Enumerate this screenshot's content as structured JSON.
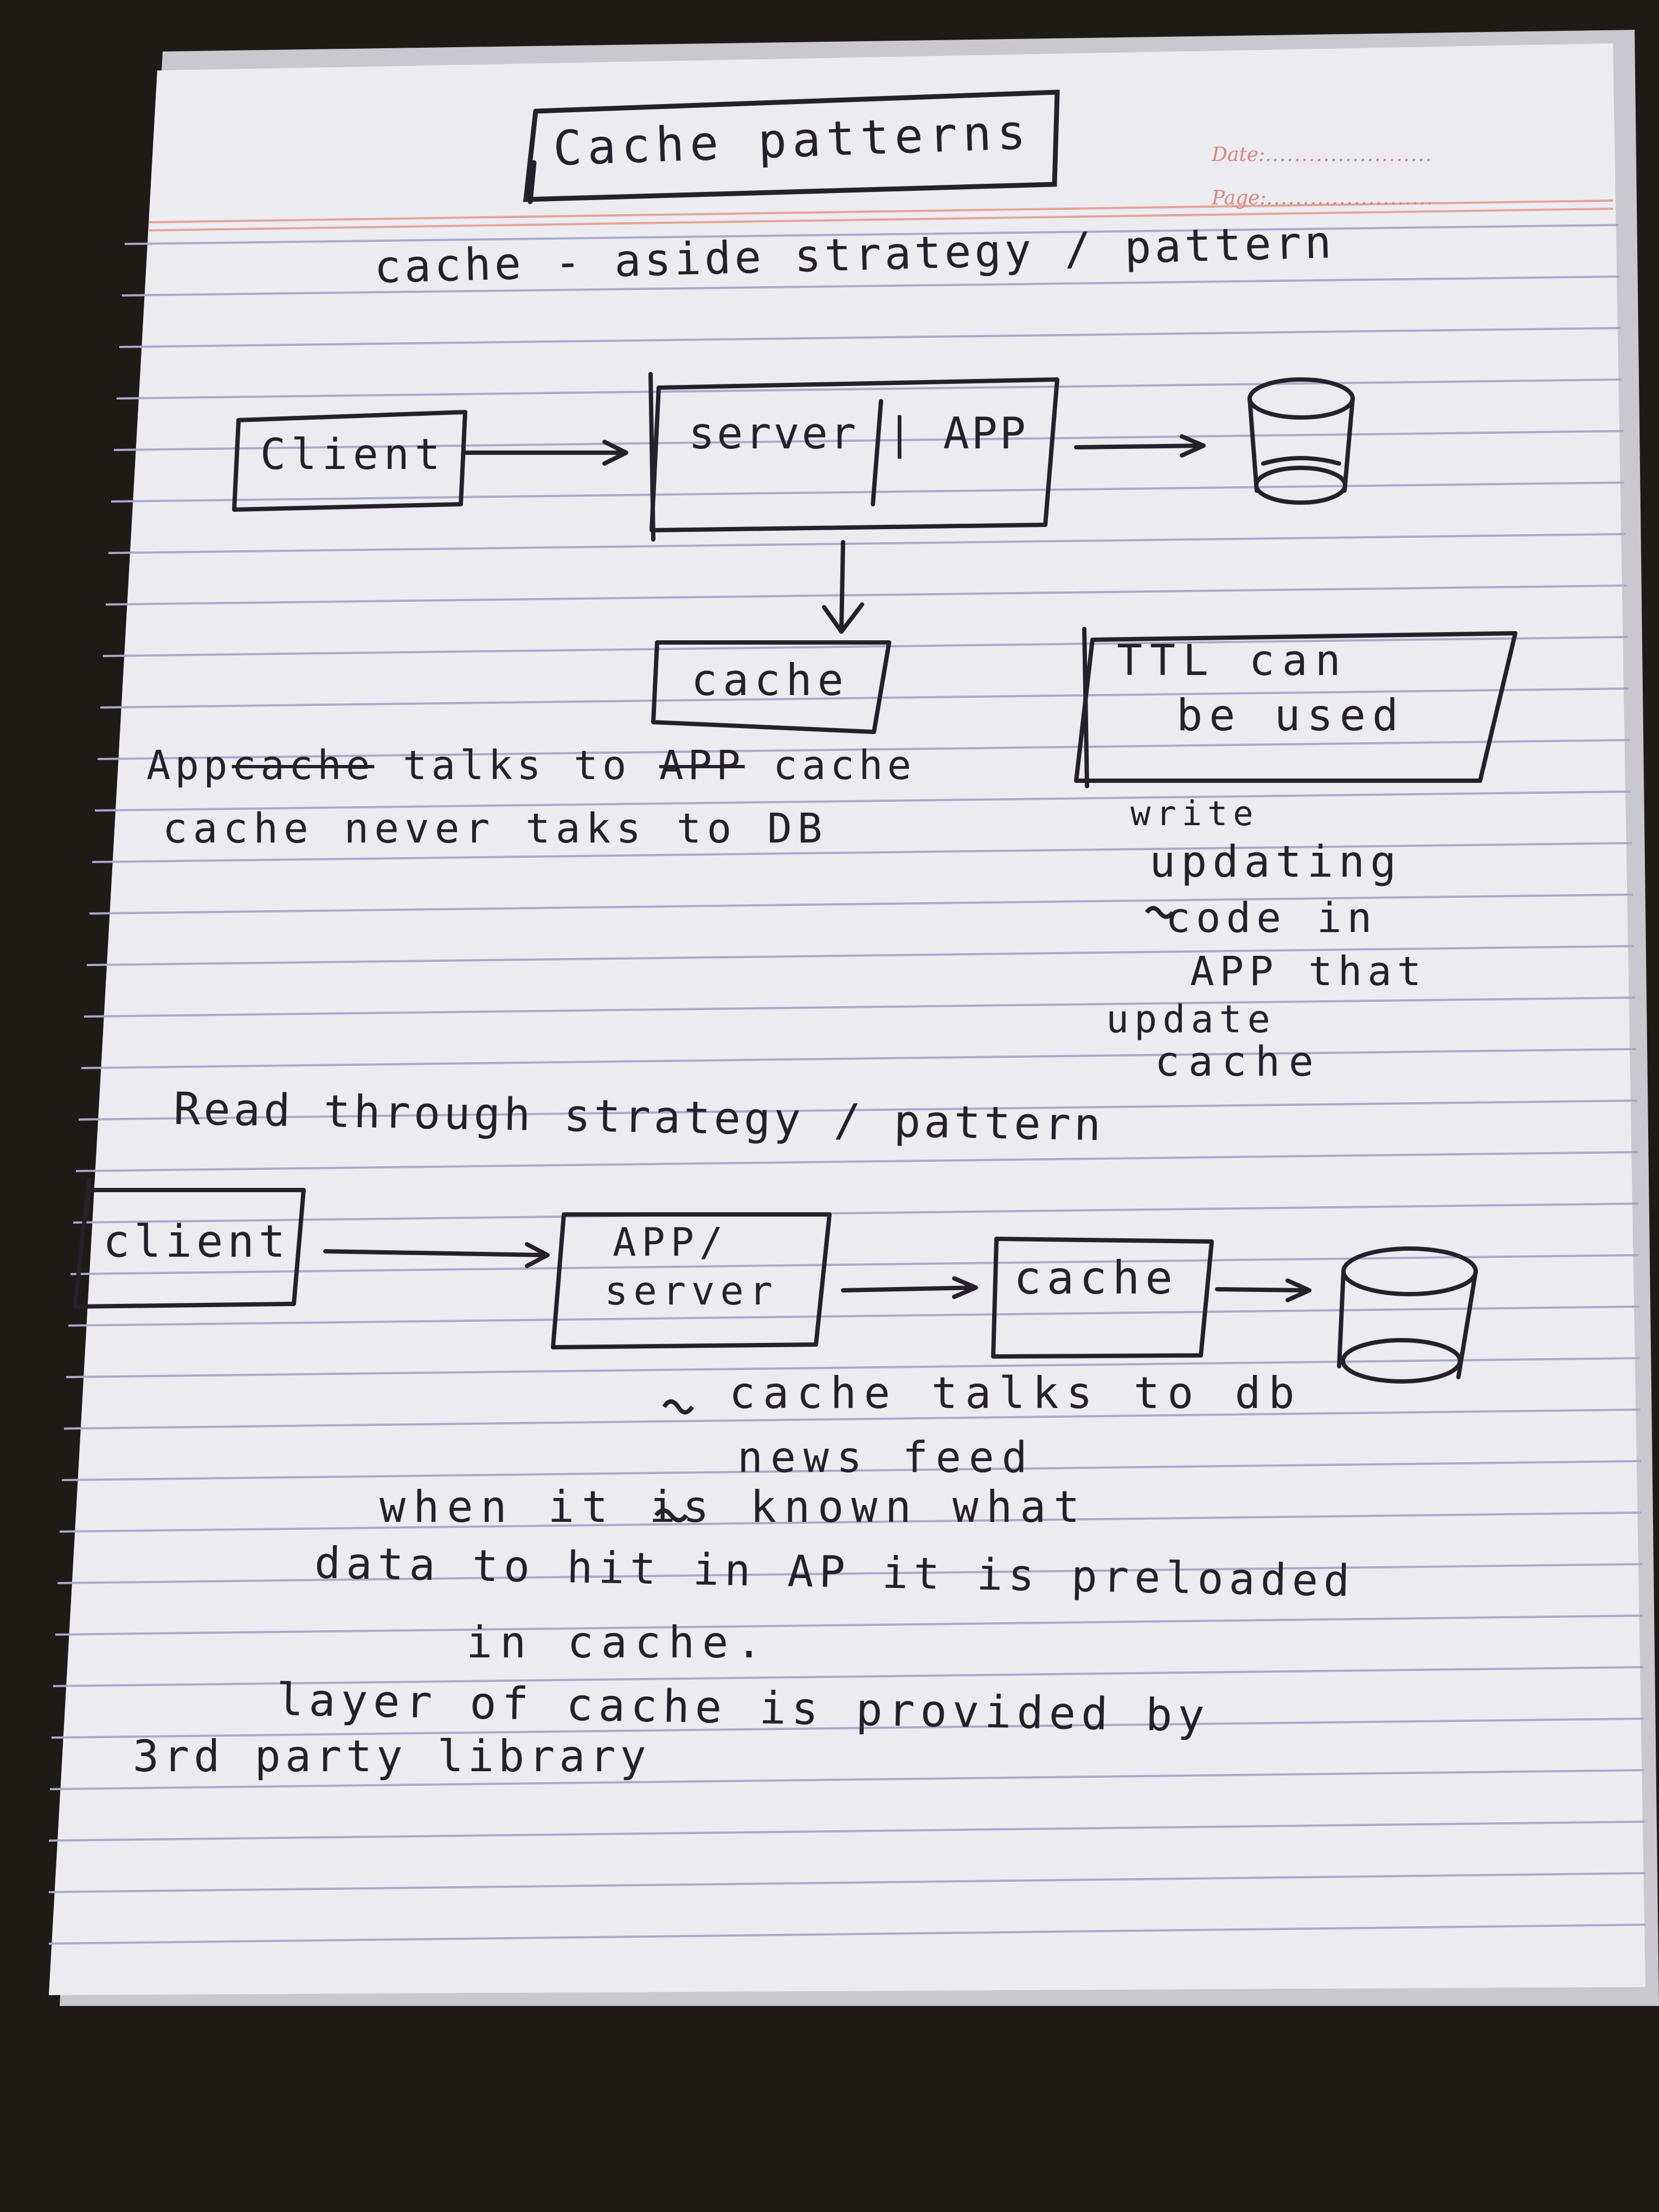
{
  "header": {
    "title": "Cache patterns",
    "date_label": "Date:",
    "page_label": "Page:"
  },
  "cache_aside": {
    "heading": "cache - aside strategy / pattern",
    "client_label": "Client",
    "server_label": "server | APP",
    "cache_label": "cache",
    "ttl_note_line1": "TTL can",
    "ttl_note_line2": "be used",
    "note_line1_prefix": "App",
    "note_line1_struck": "cache",
    "note_line1_mid": " talks to ",
    "note_line1_struck2": "APP",
    "note_line1_suffix": " cache",
    "note_line2": "cache never taks to DB",
    "write_note": [
      "write",
      "updating",
      "code in",
      "APP that",
      "update",
      "cache"
    ]
  },
  "read_through": {
    "heading": "Read through strategy / pattern",
    "client_label": "client",
    "app_label_line1": "APP/",
    "app_label_line2": "server",
    "cache_label": "cache",
    "notes": [
      "cache talks to db",
      "news feed",
      "when it is known what",
      "data to hit in AP it is preloaded",
      "in cache.",
      "layer of cache is provided by",
      "3rd party library"
    ]
  },
  "colors": {
    "paper": "#ecebf0",
    "ink": "#25212a",
    "rule_line": "#a9a9cc",
    "margin_line": "#e3a39a",
    "table": "#1e1a16"
  }
}
